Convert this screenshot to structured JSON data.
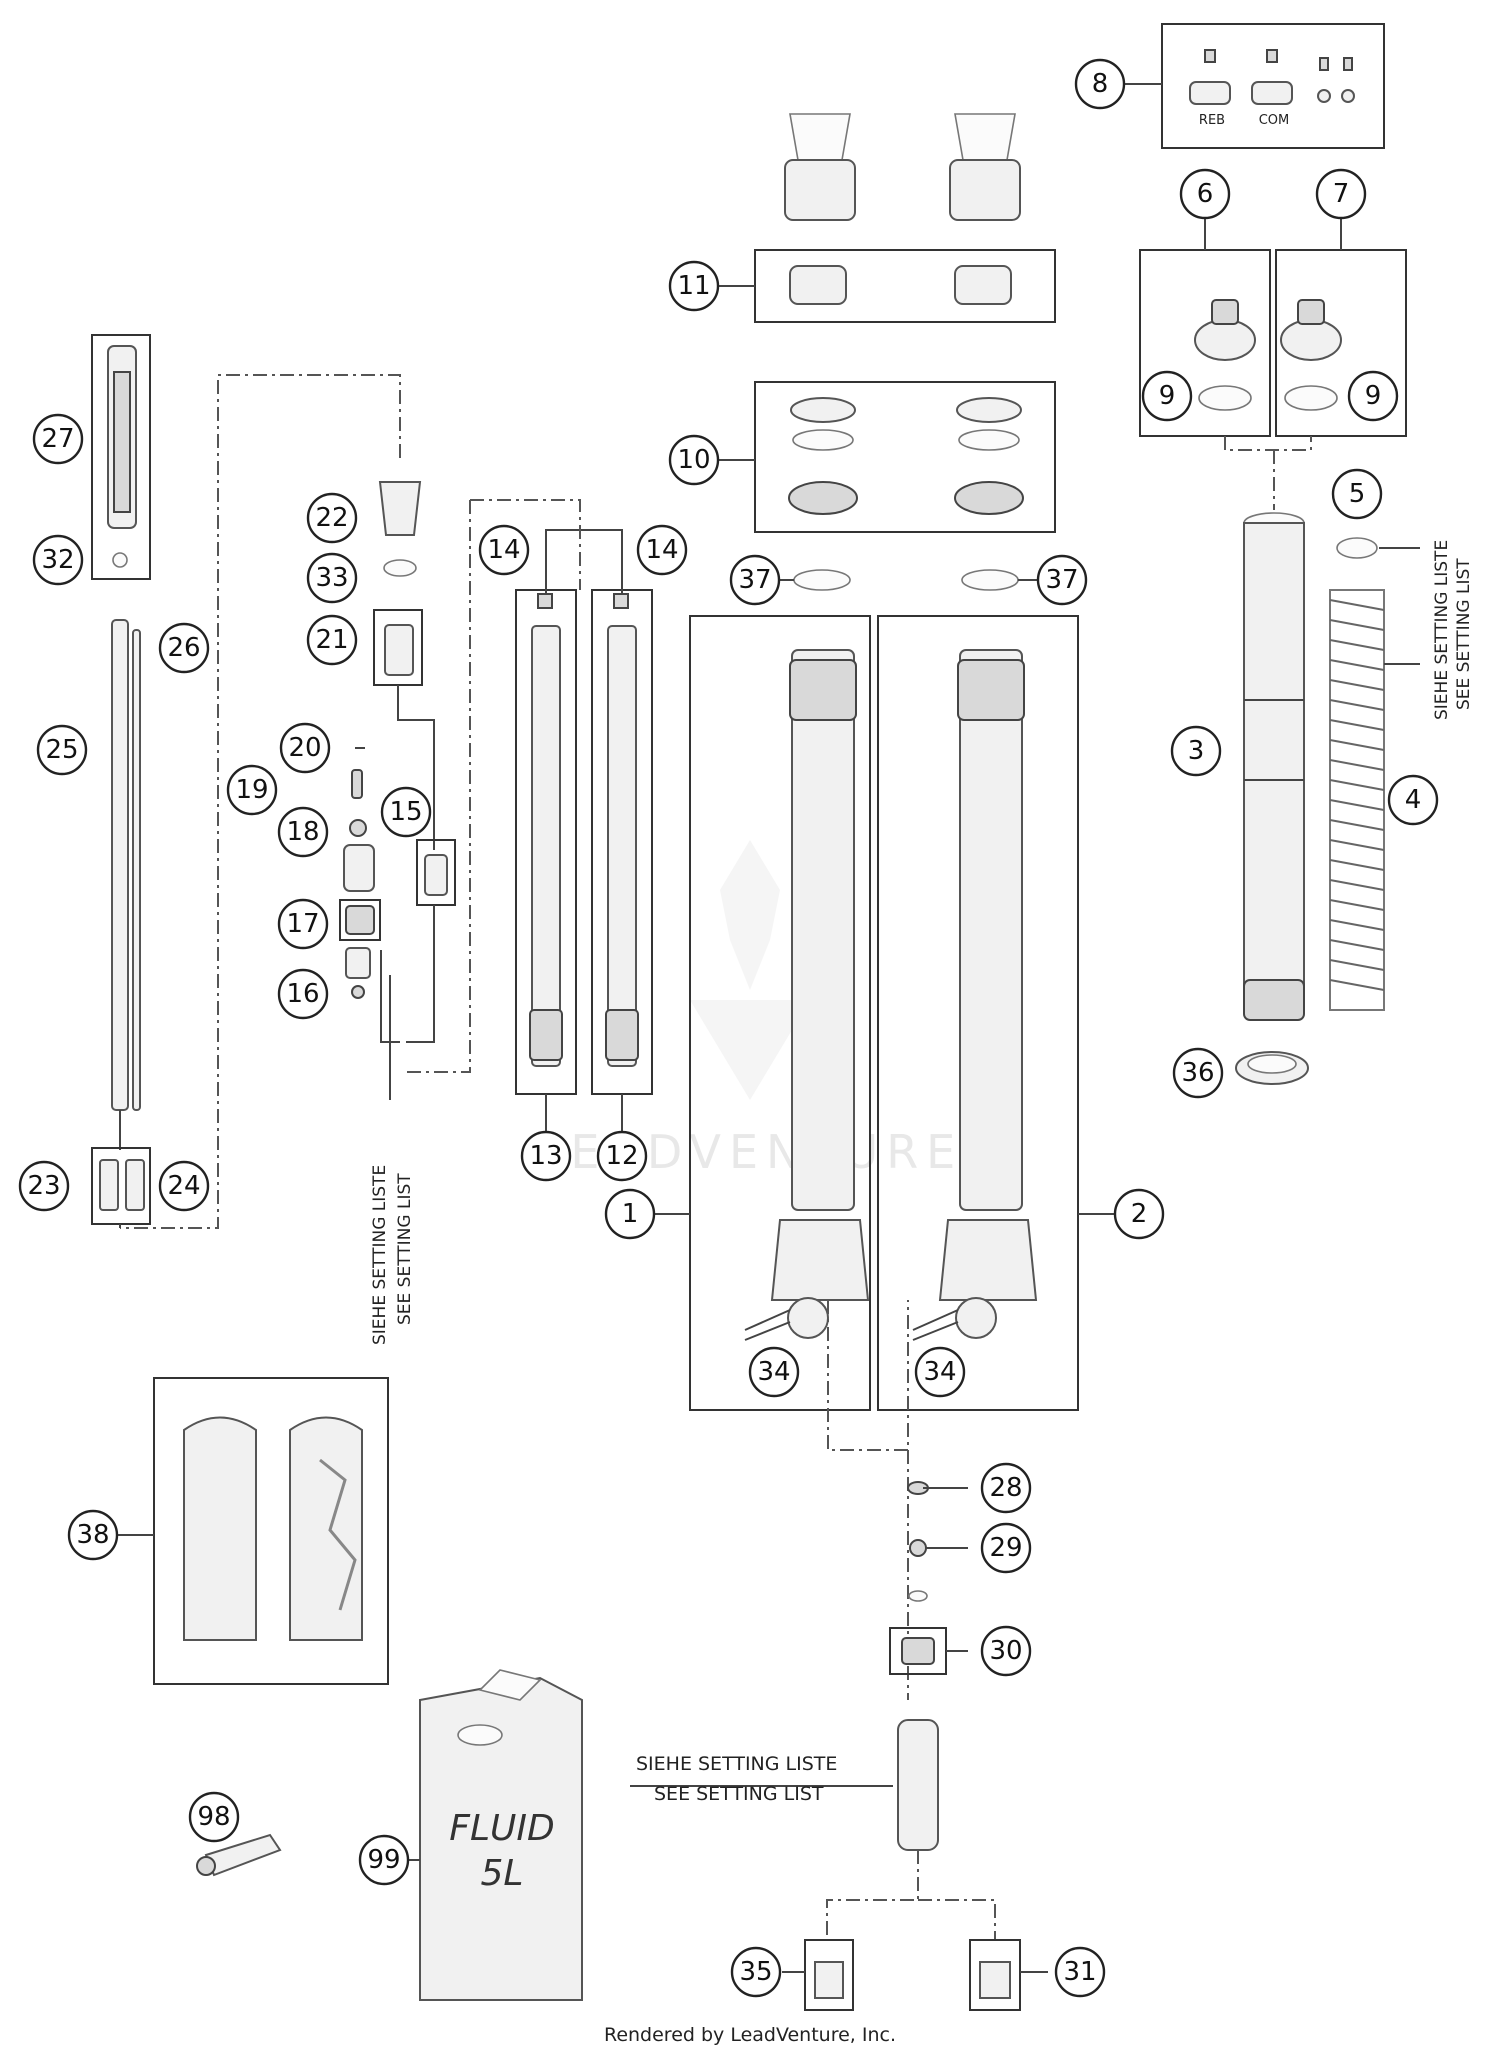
{
  "diagram": {
    "callouts": {
      "p1": "1",
      "p2": "2",
      "p3": "3",
      "p4": "4",
      "p5": "5",
      "p6": "6",
      "p7": "7",
      "p8": "8",
      "p9a": "9",
      "p9b": "9",
      "p10": "10",
      "p11": "11",
      "p12": "12",
      "p13": "13",
      "p14a": "14",
      "p14b": "14",
      "p15": "15",
      "p16": "16",
      "p17": "17",
      "p18": "18",
      "p19": "19",
      "p20": "20",
      "p21": "21",
      "p22": "22",
      "p23": "23",
      "p24": "24",
      "p25": "25",
      "p26": "26",
      "p27": "27",
      "p28": "28",
      "p29": "29",
      "p30": "30",
      "p31": "31",
      "p32": "32",
      "p33": "33",
      "p34a": "34",
      "p34b": "34",
      "p35": "35",
      "p36": "36",
      "p37a": "37",
      "p37b": "37",
      "p38": "38",
      "p98": "98",
      "p99": "99"
    },
    "notes": {
      "setting_de": "SIEHE SETTING LISTE",
      "setting_en": "SEE SETTING LIST",
      "reb": "REB",
      "com": "COM",
      "fluid_line1": "FLUID",
      "fluid_line2": "5L"
    },
    "watermark": "LEADVENTURE",
    "footer": "Rendered by LeadVenture, Inc."
  }
}
